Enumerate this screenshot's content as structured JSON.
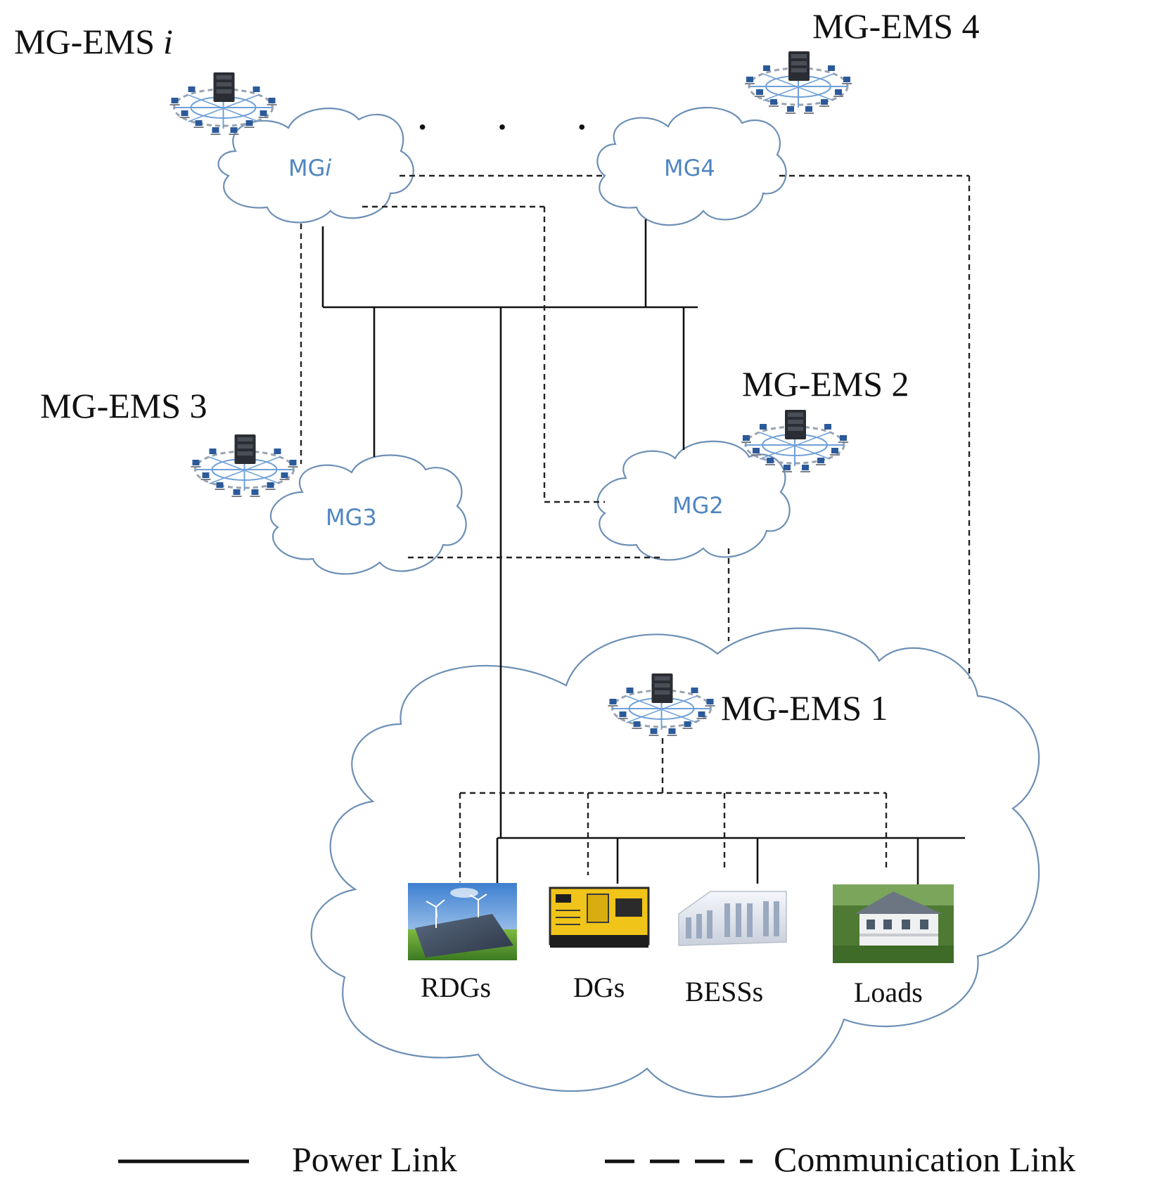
{
  "ems": {
    "ems_i": "MG-EMS",
    "ems_i_var": "i",
    "ems_4": "MG-EMS 4",
    "ems_3": "MG-EMS 3",
    "ems_2": "MG-EMS 2",
    "ems_1": "MG-EMS 1"
  },
  "clouds": {
    "mg_i": "MG",
    "mg_i_var": "i",
    "mg4": "MG4",
    "mg3": "MG3",
    "mg2": "MG2"
  },
  "ellipsis": "· · ·",
  "components": {
    "rdgs": "RDGs",
    "dgs": "DGs",
    "besss": "BESSs",
    "loads": "Loads"
  },
  "legend": {
    "power_link": "Power Link",
    "communication_link": "Communication Link"
  },
  "colors": {
    "cloud_outline": "#6d8fb5",
    "cloud_label": "#4f86c0",
    "line": "#111111"
  }
}
